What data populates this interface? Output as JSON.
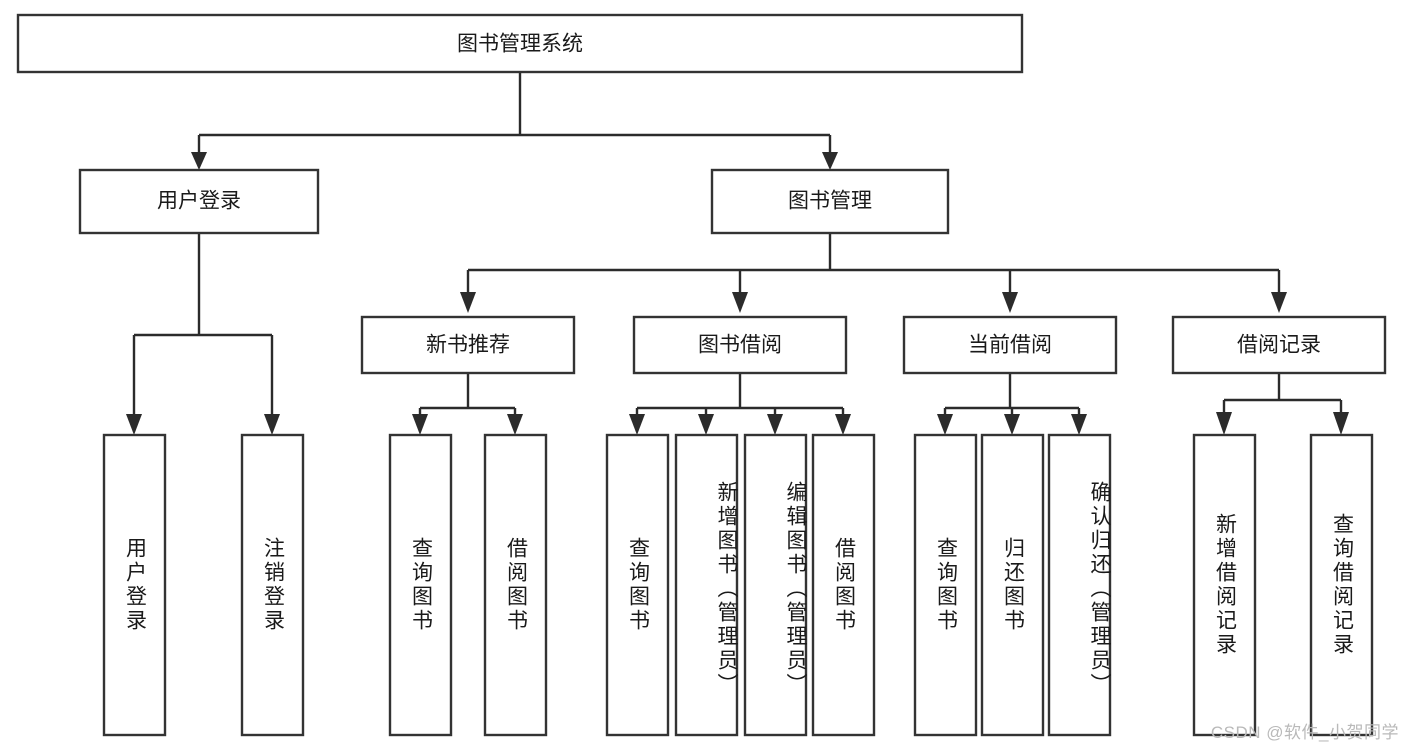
{
  "diagram": {
    "title": "图书管理系统",
    "type": "hierarchy-tree",
    "watermark": "CSDN @软件_小贺同学",
    "colors": {
      "background": "#ffffff",
      "box_fill": "#ffffff",
      "box_border": "#333333",
      "connector": "#2b2b2b",
      "text": "#1a1a1a",
      "watermark": "#b9b9b9"
    },
    "root": {
      "label": "图书管理系统",
      "orientation": "horizontal"
    },
    "level2": [
      {
        "label": "用户登录",
        "orientation": "horizontal"
      },
      {
        "label": "图书管理",
        "orientation": "horizontal"
      }
    ],
    "level3": [
      {
        "label": "新书推荐",
        "orientation": "horizontal"
      },
      {
        "label": "图书借阅",
        "orientation": "horizontal"
      },
      {
        "label": "当前借阅",
        "orientation": "horizontal"
      },
      {
        "label": "借阅记录",
        "orientation": "horizontal"
      }
    ],
    "leaves": {
      "user_login": [
        {
          "label": "用户登录",
          "orientation": "vertical"
        },
        {
          "label": "注销登录",
          "orientation": "vertical"
        }
      ],
      "new_book_recommend": [
        {
          "label": "查询图书",
          "orientation": "vertical"
        },
        {
          "label": "借阅图书",
          "orientation": "vertical"
        }
      ],
      "book_borrow": [
        {
          "label": "查询图书",
          "orientation": "vertical"
        },
        {
          "label": "新增图书（管理员）",
          "orientation": "vertical"
        },
        {
          "label": "编辑图书（管理员）",
          "orientation": "vertical"
        },
        {
          "label": "借阅图书",
          "orientation": "vertical"
        }
      ],
      "current_borrow": [
        {
          "label": "查询图书",
          "orientation": "vertical"
        },
        {
          "label": "归还图书",
          "orientation": "vertical"
        },
        {
          "label": "确认归还（管理员）",
          "orientation": "vertical"
        }
      ],
      "borrow_record": [
        {
          "label": "新增借阅记录",
          "orientation": "vertical"
        },
        {
          "label": "查询借阅记录",
          "orientation": "vertical"
        }
      ]
    }
  }
}
